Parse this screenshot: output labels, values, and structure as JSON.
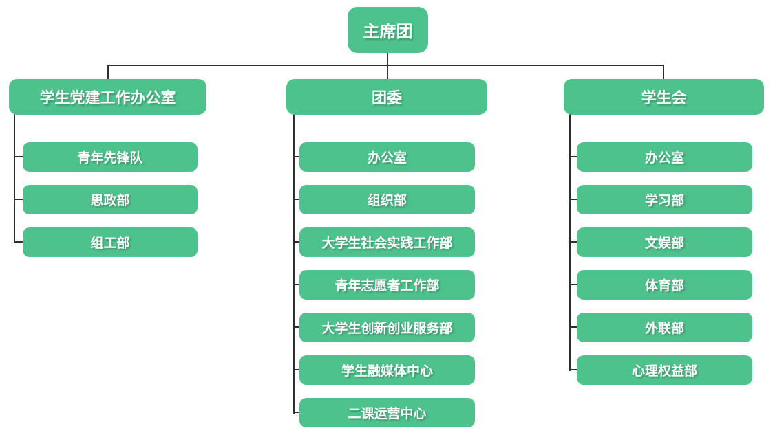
{
  "diagram": {
    "type": "org-chart",
    "root": {
      "label": "主席团"
    },
    "branches": [
      {
        "label": "学生党建工作办公室",
        "children": [
          "青年先锋队",
          "思政部",
          "组工部"
        ]
      },
      {
        "label": "团委",
        "children": [
          "办公室",
          "组织部",
          "大学生社会实践工作部",
          "青年志愿者工作部",
          "大学生创新创业服务部",
          "学生融媒体中心",
          "二课运营中心"
        ]
      },
      {
        "label": "学生会",
        "children": [
          "办公室",
          "学习部",
          "文娱部",
          "体育部",
          "外联部",
          "心理权益部"
        ]
      }
    ],
    "colors": {
      "node_fill": "#4DC28C",
      "node_text": "#FFFFFF",
      "connector": "#2F2F2F",
      "background": "#FFFFFF"
    }
  }
}
